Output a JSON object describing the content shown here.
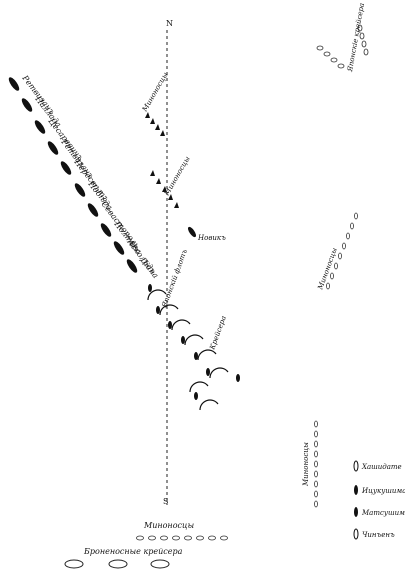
{
  "diagram": {
    "north_label": "N",
    "south_label": "S",
    "russian_battleships": [
      "Ретвизанъ",
      "Побѣда",
      "Пересвѣтъ",
      "Севастополь",
      "Полтава",
      "Асколъдъ",
      "Діана",
      "Паллада",
      "Цесаревичъ",
      "Новикъ"
    ],
    "russian_battleship_column_labels": {
      "c1": "Ретвизанъ",
      "c2": "Паллада",
      "c3": "Цесаревичъ",
      "c4": "Ретвизанъ",
      "c5": "Пересвѣтъ",
      "c6": "Побѣда",
      "c7": "Севастополь",
      "c8": "Полтава",
      "c9": "Асколъдъ",
      "c10": "Діана"
    },
    "novik_label": "Новикъ",
    "group_labels": {
      "minonosci_top_center": "Миноносцы",
      "minonosci_near_novik": "Миноносцы",
      "minonosci_right_mid": "Миноносцы",
      "minonosci_right_lower": "Миноносцы",
      "cruisers_japanese_top_right": "Японскіе крейсера",
      "kreisera_group": "Крейсера",
      "minonosci_bottom": "Миноносцы",
      "bronenosnye_kreisera": "Броненосные крейсера",
      "japanese_fleet_mid": "Японскій флотъ"
    },
    "legend": {
      "items": [
        "Хашидате",
        "Ицукушима",
        "Матсушима",
        "Чинъенъ"
      ]
    }
  }
}
